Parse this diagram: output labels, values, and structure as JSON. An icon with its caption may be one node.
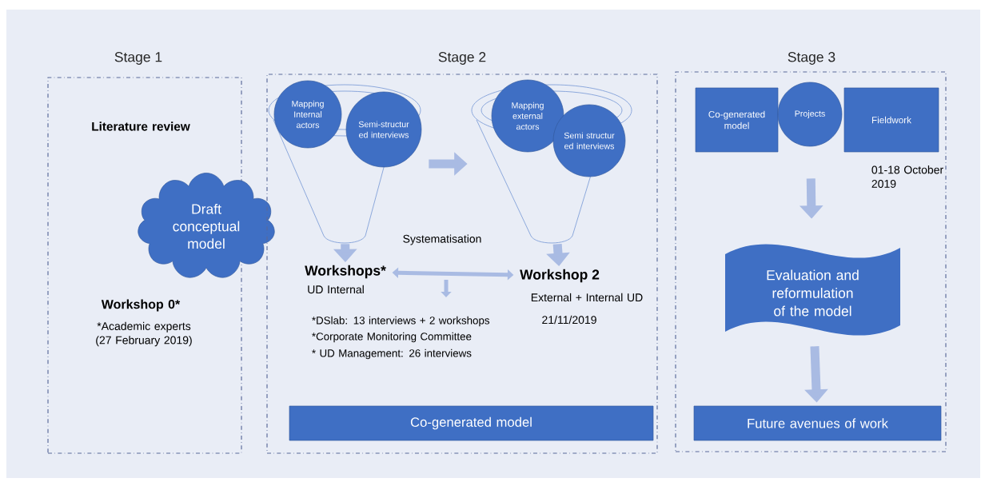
{
  "diagram": {
    "nodes": [
      {
        "text": [
          "Stage 1"
        ]
      },
      {
        "text": [
          "Draft conceptual model"
        ]
      },
      {
        "text": [
          "Stage 2"
        ]
      },
      {
        "text": [],
        "shape": "funnel",
        "in": 2
      },
      {
        "text": [
          "Mapping Internal actors"
        ],
        "in": 3
      },
      {
        "text": [
          "Semi-structur ed interviews"
        ],
        "in": 3
      },
      {
        "text": [],
        "shape": "funnel",
        "in": 2
      },
      {
        "text": [
          "Mapping external actors"
        ],
        "in": 6
      },
      {
        "text": [
          "Semi structur ed interviews"
        ],
        "in": 6
      },
      {
        "text": [
          "Workshops*"
        ],
        "in": 2
      },
      {
        "text": [
          "Workshop 2"
        ],
        "in": 2
      },
      {
        "text": [
          "Co-generated model"
        ],
        "in": 2
      },
      {
        "text": [
          "Stage 3"
        ]
      },
      {
        "text": [
          "Co-generated model"
        ],
        "in": 12
      },
      {
        "text": [
          "Projects"
        ],
        "in": 12
      },
      {
        "text": [
          "Fieldwork"
        ],
        "in": 12,
        "beside": [
          "01-18 October 2019"
        ]
      },
      {
        "text": [
          "Evaluation and reformulation of the model"
        ],
        "in": 12
      },
      {
        "text": [
          "Future avenues of work"
        ],
        "in": 12
      }
    ],
    "edges": [
      {
        "from": 3,
        "to": 6,
        "arrow": "to"
      },
      {
        "from": 3,
        "to": 9,
        "arrow": "to"
      },
      {
        "from": 6,
        "to": 10,
        "arrow": "to"
      },
      {
        "from": 9,
        "to": 10,
        "arrow": "both"
      },
      {
        "from": 14,
        "to": 16,
        "arrow": "to"
      },
      {
        "from": 16,
        "to": 17,
        "arrow": "to"
      }
    ],
    "labels": [
      "Literature review",
      "Workshop 0*",
      "*Academic experts (27 February 2019)",
      "Systematisation",
      "UD Internal",
      "*DSlab: 13 interviews + 2 workshops",
      "*Corporate Monitoring Committee",
      "* UD Management: 26 interviews",
      "External + Internal UD",
      "21/11/2019"
    ]
  }
}
